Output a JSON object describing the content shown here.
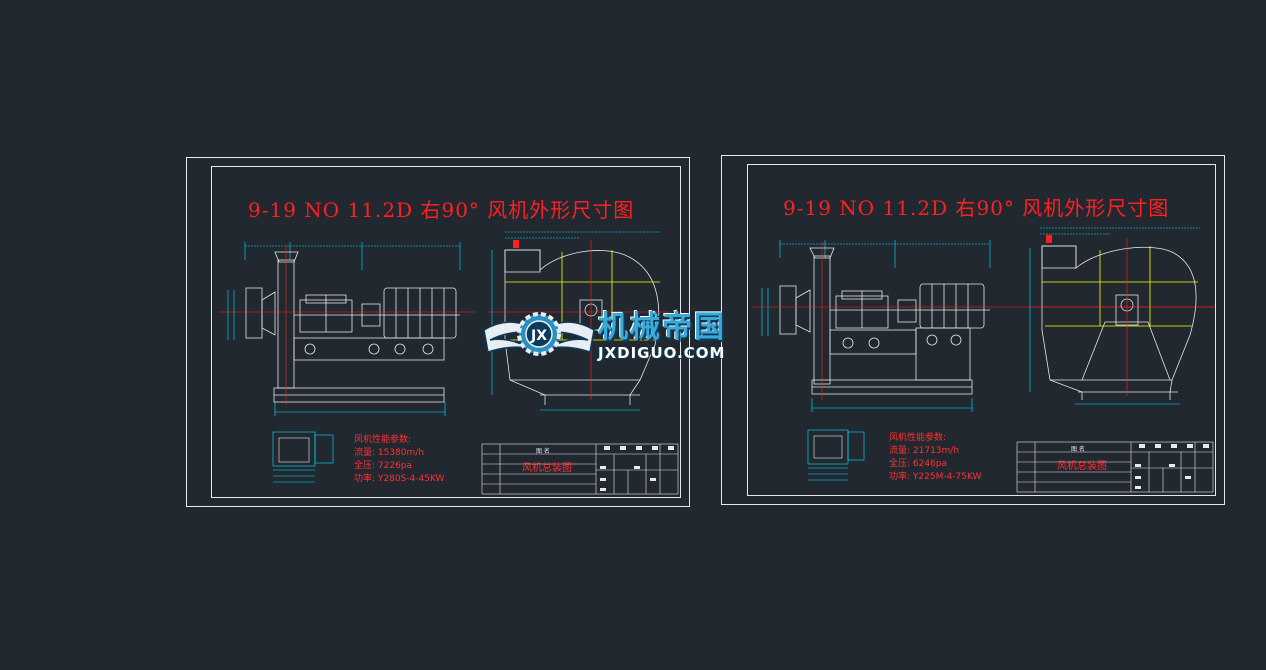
{
  "sheets": [
    {
      "title": "9-19 NO 11.2D 右90° 风机外形尺寸图",
      "params_header": "风机性能参数:",
      "params_flow": "流量: 15380m/h",
      "params_pressure": "全压: 7226pa",
      "params_power": "功率: Y280S-4-45KW",
      "titleblock_name": "风机总装图",
      "titleblock_head": "图 名"
    },
    {
      "title": "9-19 NO 11.2D 右90° 风机外形尺寸图",
      "params_header": "风机性能参数:",
      "params_flow": "流量: 21713m/h",
      "params_pressure": "全压: 6246pa",
      "params_power": "功率: Y225M-4-75KW",
      "titleblock_name": "风机总装图",
      "titleblock_head": "图 名"
    }
  ],
  "logo": {
    "cn": "机械帝国",
    "en": "JXDIGUO.COM",
    "badge": "JX"
  },
  "colors": {
    "background": "#212830",
    "frame": "#e8e8e8",
    "title": "#ff2020",
    "dimension": "#00e5ff",
    "centerline": "#ff2020",
    "grid": "#ffff00"
  }
}
